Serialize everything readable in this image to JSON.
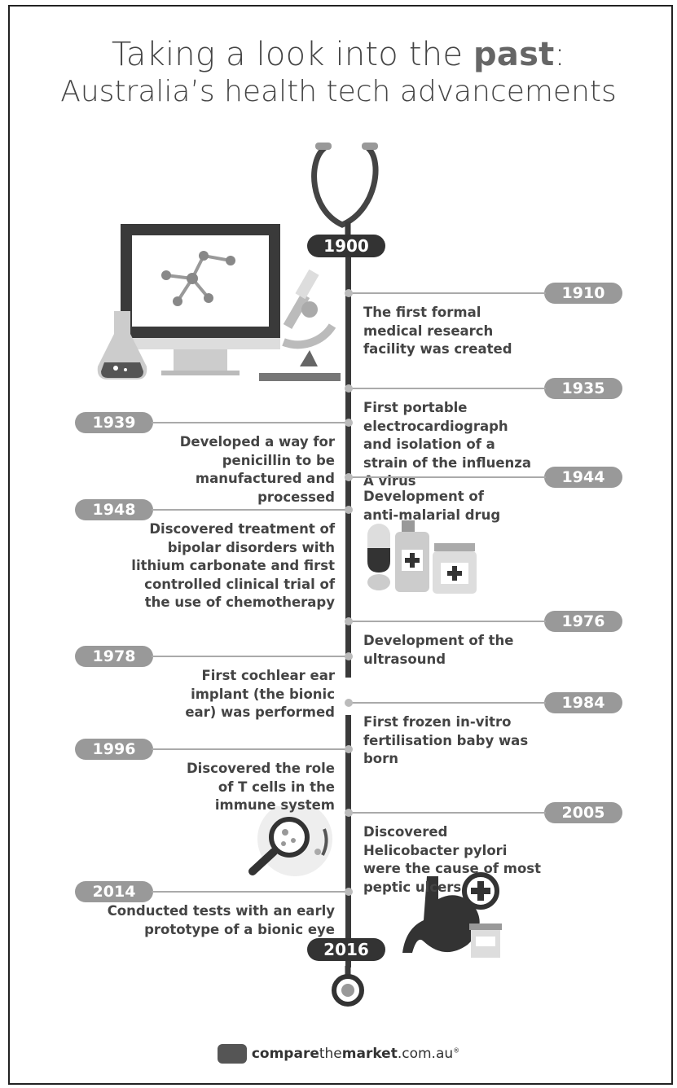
{
  "title": {
    "line1_pre": "Taking a look into the ",
    "line1_bold": "past",
    "line1_post": ":",
    "line2": "Australia’s health tech advancements"
  },
  "start_year": "1900",
  "end_year": "2016",
  "events": [
    {
      "year": "1910",
      "side": "right",
      "text": "The first formal medical research facility was created"
    },
    {
      "year": "1935",
      "side": "right",
      "text": "First portable electrocardiograph and isolation of a strain of the influenza A virus"
    },
    {
      "year": "1939",
      "side": "left",
      "text": "Developed a way for penicillin to be manufactured and processed"
    },
    {
      "year": "1944",
      "side": "right",
      "text": "Development of anti-malarial drug"
    },
    {
      "year": "1948",
      "side": "left",
      "text": "Discovered treatment of bipolar disorders with lithium carbonate and first controlled clinical trial of the use of chemotherapy"
    },
    {
      "year": "1976",
      "side": "right",
      "text": "Development of the ultrasound"
    },
    {
      "year": "1978",
      "side": "left",
      "text": "First cochlear ear implant (the bionic ear) was performed"
    },
    {
      "year": "1984",
      "side": "right",
      "text": "First frozen in-vitro fertilisation baby was born"
    },
    {
      "year": "1996",
      "side": "left",
      "text": "Discovered the role of T cells in the immune system"
    },
    {
      "year": "2005",
      "side": "right",
      "text": "Discovered Helicobacter pylori were the cause of most peptic ulcers"
    },
    {
      "year": "2014",
      "side": "left",
      "text": "Conducted tests with an early prototype of a bionic eye"
    }
  ],
  "logo": {
    "pre": "compare",
    "mid": "the",
    "bold": "market",
    "post": ".com.au",
    "mark": "®"
  }
}
